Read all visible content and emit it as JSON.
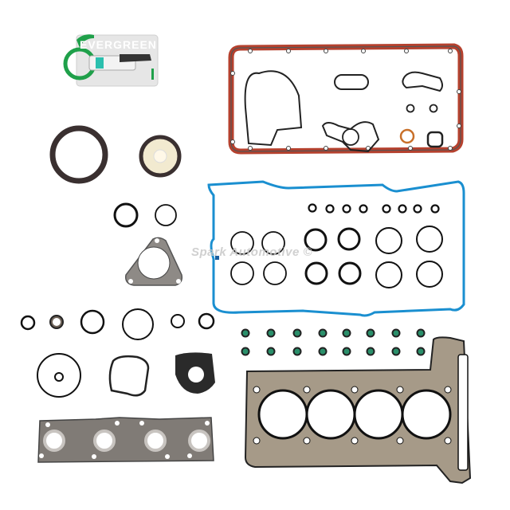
{
  "image": {
    "subject": "Full engine gasket set product photo",
    "background": "#ffffff"
  },
  "sealant_pack": {
    "brand_label": "EVERGREEN",
    "brand_color": "#1fa04a"
  },
  "watermark": {
    "text": "Spark Automotive ©"
  },
  "parts": {
    "oil_pan_gasket": {
      "color": "#b5412e"
    },
    "valve_cover_gasket": {
      "color": "#1a8fd0"
    },
    "head_gasket": {
      "color": "#8a7b68"
    },
    "exhaust_manifold_gasket": {
      "color": "#7b7670"
    },
    "valve_stem_seals": {
      "count": 16,
      "color": "#2a8f6a"
    },
    "spark_tube_orings": {
      "count": 8
    }
  }
}
